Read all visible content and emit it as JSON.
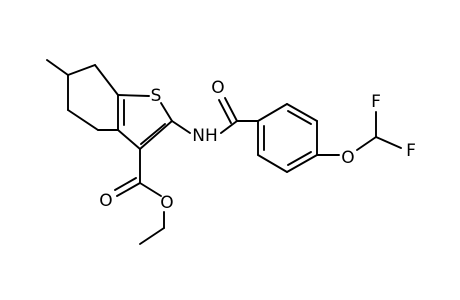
{
  "molecule": {
    "atom_labels": {
      "sulfur": "S",
      "amide_nh": "NH",
      "amide_oxygen": "O",
      "ester_carbonyl_oxygen": "O",
      "ester_ether_oxygen": "O",
      "aryl_ether_oxygen": "O",
      "fluorine_upper": "F",
      "fluorine_right": "F"
    },
    "colors": {
      "bond": "#000000",
      "label": "#000000",
      "background": "#ffffff"
    }
  }
}
